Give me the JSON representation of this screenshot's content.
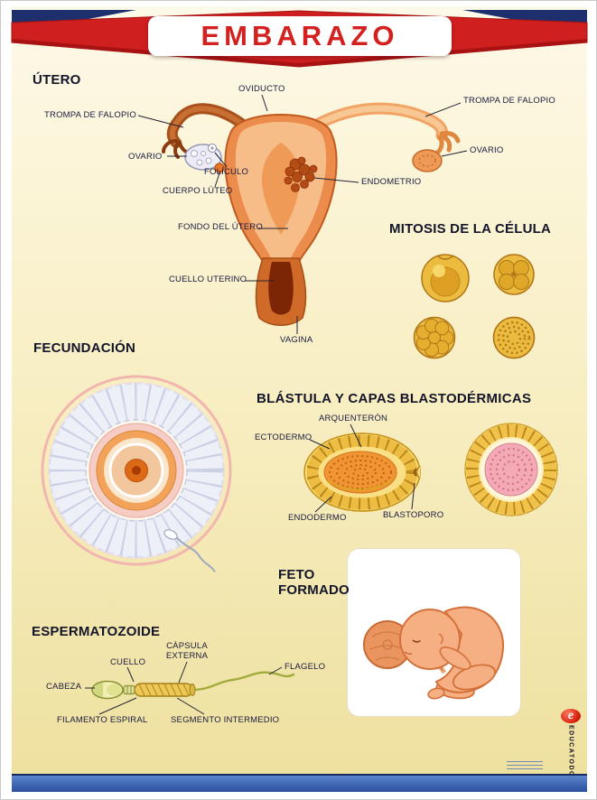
{
  "poster": {
    "title": "EMBARAZO"
  },
  "logo": {
    "letter": "e",
    "brand": "EDUCATODO"
  },
  "utero": {
    "heading": "ÚTERO",
    "labels": {
      "oviducto": "OVIDUCTO",
      "trompa_falopio_izq": "TROMPA DE FALOPIO",
      "trompa_falopio_der": "TROMPA DE FALOPIO",
      "ovario_izq": "OVARIO",
      "ovario_der": "OVARIO",
      "foliculo": "FOLÍCULO",
      "cuerpo_luteo": "CUERPO LÚTEO",
      "endometrio": "ENDOMETRIO",
      "fondo_del_utero": "FONDO DEL ÚTERO",
      "cuello_uterino": "CUELLO UTERINO",
      "vagina": "VAGINA"
    }
  },
  "mitosis": {
    "heading": "MITOSIS DE LA CÉLULA"
  },
  "fecundacion": {
    "heading": "FECUNDACIÓN"
  },
  "blastula": {
    "heading": "BLÁSTULA Y CAPAS BLASTODÉRMICAS",
    "labels": {
      "arquenteron": "ARQUENTERÓN",
      "ectodermo": "ECTODERMO",
      "endodermo": "ENDODERMO",
      "blastoporo": "BLASTOPORO"
    }
  },
  "feto": {
    "heading": "FETO FORMADO"
  },
  "espermatozoide": {
    "heading": "ESPERMATOZOIDE",
    "labels": {
      "cabeza": "CABEZA",
      "cuello": "CUELLO",
      "capsula_externa": "CÁPSULA EXTERNA",
      "flagelo": "FLAGELO",
      "filamento_espiral": "FILAMENTO ESPIRAL",
      "segmento_intermedio": "SEGMENTO INTERMEDIO"
    }
  },
  "colors": {
    "banner_red": "#cf1f1f",
    "corner_navy": "#1e2f6e",
    "title_red": "#d32120",
    "background_top": "#fdf9e8",
    "background_bottom": "#eee09e",
    "bottom_bar_blue": "#2c4f9e",
    "label_ink": "#1a1a3e",
    "cell_gold": "#ecbc40",
    "uterus_orange": "#ec8c4c",
    "egg_ring_pink": "#f2b6ae",
    "fetus_skin": "#f6af83",
    "logo_red": "#d01808"
  }
}
